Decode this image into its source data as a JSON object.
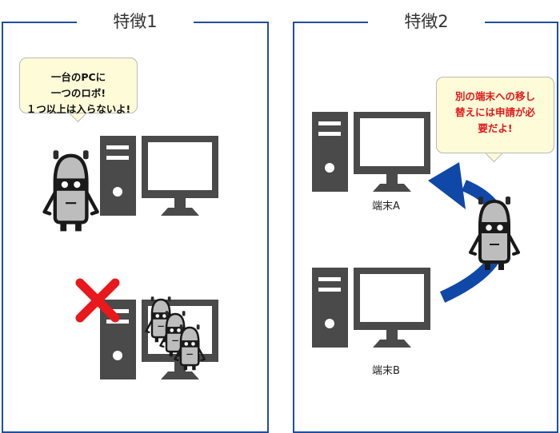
{
  "panel1": {
    "title": "特徴1",
    "speech": "一台のPCに\n一つのロボ!\n１つ以上は入らないよ!"
  },
  "panel2": {
    "title": "特徴2",
    "speech": "別の端末への移し\n替えには申請が必\n要だよ!",
    "terminal_a_label": "端末A",
    "terminal_b_label": "端末B"
  },
  "colors": {
    "frame": "#1f4e9e",
    "arrow": "#1048a8",
    "computer": "#4a4a4a",
    "cross": "#e8181d",
    "bubble_fill": "#fdfbd8",
    "speech_red": "#e0191b"
  },
  "icons": [
    "robot-icon",
    "computer-icon",
    "cross-icon",
    "curved-arrow-icon",
    "speech-bubble-icon"
  ]
}
